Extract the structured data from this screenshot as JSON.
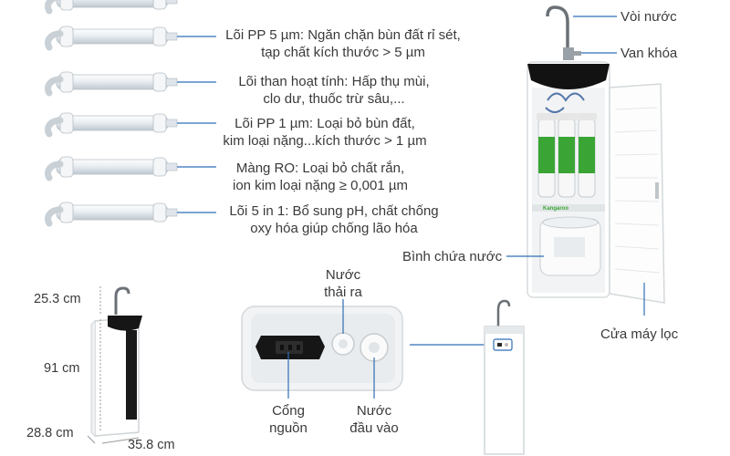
{
  "filters": [
    {
      "line1": "Lõi PP 5 µm: Ngăn chặn bùn đất rỉ sét,",
      "line2": "tạp chất kích thước > 5 µm"
    },
    {
      "line1": "Lõi than hoạt tính: Hấp thụ mùi,",
      "line2": "clo dư, thuốc trừ sâu,..."
    },
    {
      "line1": "Lõi PP 1 µm: Loại bỏ bùn đất,",
      "line2": "kim loại nặng...kích thước > 1 µm"
    },
    {
      "line1": "Màng RO: Loại bỏ chất rắn,",
      "line2": "ion kim loại nặng ≥ 0,001 µm"
    },
    {
      "line1": "Lõi 5 in 1: Bổ sung pH, chất chống",
      "line2": "oxy hóa giúp chống lão hóa"
    }
  ],
  "parts": {
    "faucet": "Vòi nước",
    "valve": "Van khóa",
    "tank": "Bình chứa nước",
    "door": "Cửa máy lọc"
  },
  "ports": {
    "waste_line1": "Nước",
    "waste_line2": "thải ra",
    "power_line1": "Cổng",
    "power_line2": "nguồn",
    "inlet_line1": "Nước",
    "inlet_line2": "đầu vào"
  },
  "dimensions": {
    "faucet_height": "25.3 cm",
    "body_height": "91 cm",
    "depth": "28.8 cm",
    "width": "35.8 cm"
  },
  "brand_text": "Kangaroo",
  "colors": {
    "callout": "#2f6fb6",
    "filter_green": "#3aa535"
  }
}
